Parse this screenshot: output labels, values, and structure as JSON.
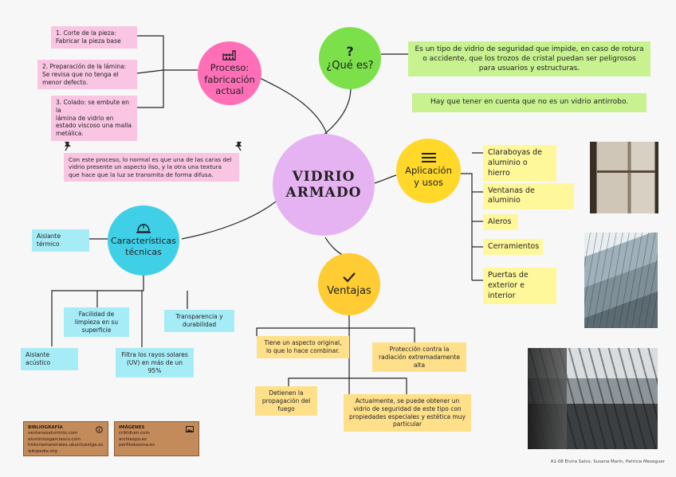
{
  "center": {
    "title_line1": "VIDRIO",
    "title_line2": "ARMADO"
  },
  "proceso": {
    "label_line1": "Proceso:",
    "label_line2": "fabricación",
    "label_line3": "actual",
    "steps": [
      {
        "line1": "1. Corte de la pieza:",
        "line2": "Fabricar la pieza base"
      },
      {
        "line1": "2. Preparación de la lámina:",
        "line2": "Se revisa que no tenga el menor defecto."
      },
      {
        "line1": "3. Colado: se embute en la",
        "line2": "lámina de vidrio en estado viscoso una malla metálica."
      }
    ],
    "note": "Con este proceso, lo normal es que una de las caras del vidrio presente un aspecto liso, y la otra una textura que hace que la luz se transmita de forma difusa."
  },
  "que_es": {
    "label": "¿Qué es?",
    "icon": "?",
    "definition": "Es un tipo de vidrio de seguridad que impide, en caso de rotura o accidente, que los trozos de cristal puedan ser peligrosos para usuarios y estructuras.",
    "note": "Hay que tener en cuenta que no es un vidrio antirrobo."
  },
  "aplicacion": {
    "label_line1": "Aplicación",
    "label_line2": "y usos",
    "items": [
      "Claraboyas de aluminio o hierro",
      "Ventanas de aluminio",
      "Aleros",
      "Cerramientos",
      "Puertas de exterior e interior"
    ]
  },
  "caracteristicas": {
    "label_line1": "Características",
    "label_line2": "técnicas",
    "items": [
      "Aislante térmico",
      "Facilidad de limpieza en su superficie",
      "Transparencia y durabilidad",
      "Aislante acústico",
      "Filtra los rayos solares (UV) en más de un 95%"
    ]
  },
  "ventajas": {
    "label": "Ventajas",
    "items": [
      "Tiene un aspecto original, lo que lo hace combinar.",
      "Protección contra la radiación extremadamente alta",
      "Detienen la propagación del fuego",
      "Actualmente, se puede obtener un vidrio de seguridad de este tipo con propiedades especiales y estética muy particular"
    ]
  },
  "bibliografia": {
    "title": "BIBLIOGRAFÍA",
    "lines": [
      "ventanasaluminio.com",
      "aluminiosgarciasco.com",
      "historiamateriales.ubuntuestga.es",
      "wikipedia.org"
    ]
  },
  "imagenes": {
    "title": "IMÁGENES",
    "lines": [
      "crikldium.com",
      "archiexpo.es",
      "perfilsdosona.es"
    ]
  },
  "credits": "A1-08 Elvira Salvo, Susana Marín, Patricia Meseguer",
  "colors": {
    "center": "#e6b3f2",
    "proceso": "#ff6fb8",
    "que_es": "#7be04a",
    "aplicacion": "#ffd82a",
    "caracteristicas": "#3fd0e8",
    "ventajas": "#ffcc33"
  }
}
